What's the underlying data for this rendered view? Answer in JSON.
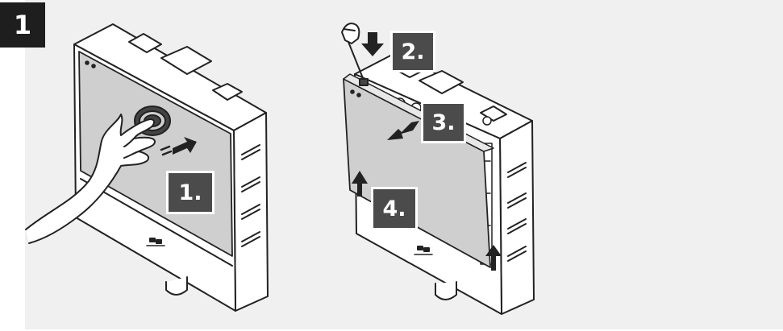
{
  "figure": {
    "step_number": "1",
    "labels": {
      "l1": "1.",
      "l2": "2.",
      "l3": "3.",
      "l4": "4."
    },
    "colors": {
      "panel_bg": "#f0f0f0",
      "badge_bg": "#1e1e1e",
      "label_bg": "#4b4b4b",
      "cover": "#cfcfcf",
      "outline": "#222222"
    },
    "icons": [
      "hand-icon",
      "screwdriver-icon",
      "arrow-icon",
      "brand-logo"
    ]
  }
}
